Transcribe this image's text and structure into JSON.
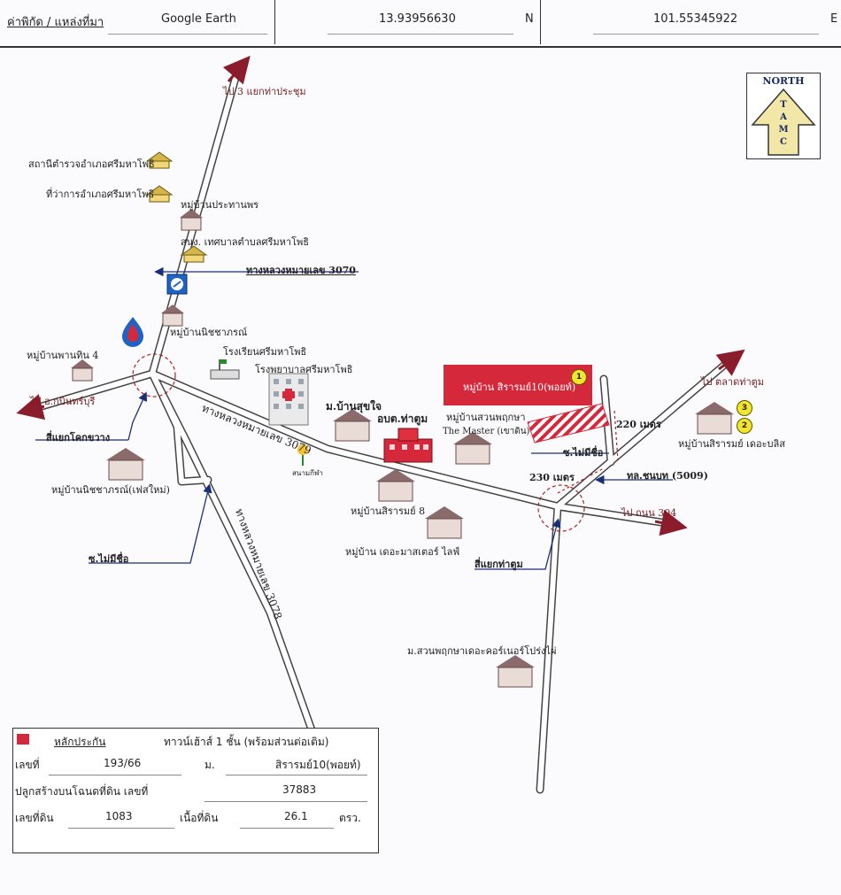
{
  "header": {
    "coord_label": "ค่าพิกัด / แหล่งที่มา",
    "source": "Google Earth",
    "latitude": "13.93956630",
    "lat_dir": "N",
    "longitude": "101.55345922",
    "lon_dir": "E"
  },
  "north_arrow": {
    "label": "NORTH",
    "letters": [
      "T",
      "A",
      "M",
      "C"
    ]
  },
  "labels": {
    "to_3way": "ไป 3 แยกท่าประชุม",
    "police": "สถานีตำรวจอำเภอศรีมหาโพธิ",
    "district_office": "ที่ว่าการอำเภอศรีมหาโพธิ",
    "village_prathanporn": "หมู่บ้านประทานพร",
    "municipal": "สนง. เทศบาลตำบลศรีมหาโพธิ",
    "road_3070": "ทางหลวงหมายเลข 3070",
    "village_nichaphan": "หมู่บ้านนิชชาภรณ์",
    "school": "โรงเรียนศรีมหาโพธิ",
    "hospital": "โรงพยาบาลศรีมหาโพธิ",
    "village_pan_thin": "หมู่บ้านพานทิน 4",
    "to_krabin": "ไป อ.กบินทร์บุรี",
    "intersection_kok": "สี่แยกโคกขวาง",
    "village_nichaphan_new": "หมู่บ้านนิชชาภรณ์(เฟสใหม่)",
    "soi_no_name_left": "ซ.ไม่มีชื่อ",
    "road_3079": "ทางหลวงหมายเลข 3079",
    "road_3078": "ทางหลวงหมายเลข 3078",
    "village_sukjai": "ม.บ้านสุขใจ",
    "sao_thatum": "อบต.ท่าตูม",
    "park_note": "สนามกีฬา",
    "village_sirarom8": "หมู่บ้านสิรารมย์ 8",
    "village_master_life": "หมู่บ้าน เดอะมาสเตอร์ ไลฟ์",
    "subject_village": "หมู่บ้าน สิรารมย์10(พอยท์)",
    "village_suan_phruksa": "หมู่บ้านสวนพฤกษา",
    "the_master": "The Master (เขาดิน)",
    "dist_220": "220 เมตร",
    "dist_230": "230 เมตร",
    "soi_no_name_right": "ซ.ไม่มีชื่อ",
    "rural_road": "ทล.ชนบท (5009)",
    "to_market": "ไป ตลาดท่าตูม",
    "village_sirarom_bliss": "หมู่บ้านสิรารมย์ เดอะบลิส",
    "to_road_304": "ไป ถนน 304",
    "intersection_thatum": "สี่แยกท่าตูม",
    "village_corner": "ม.สวนพฤกษาเดอะคอร์เนอร์โปร่งไผ่",
    "badge1": "1",
    "badge2": "2",
    "badge3": "3"
  },
  "legend": {
    "title": "หลักประกัน",
    "type": "ทาวน์เฮ้าส์ 1 ชั้น (พร้อมส่วนต่อเติม)",
    "no_label": "เลขที่",
    "no_value": "193/66",
    "moo_label": "ม.",
    "moo_value": "สิรารมย์10(พอยท์)",
    "deed_label": "ปลูกสร้างบนโฉนดที่ดิน เลขที่",
    "deed_value": "37883",
    "land_no_label": "เลขที่ดิน",
    "land_no_value": "1083",
    "area_label": "เนื้อที่ดิน",
    "area_value": "26.1",
    "area_unit": "ตรว."
  },
  "colors": {
    "subject": "#d6283b",
    "road": "#ffffff",
    "road_edge": "#444444",
    "arrow": "#8b1c2c",
    "pointer": "#1a2f7a",
    "badge": "#f3e52a"
  }
}
